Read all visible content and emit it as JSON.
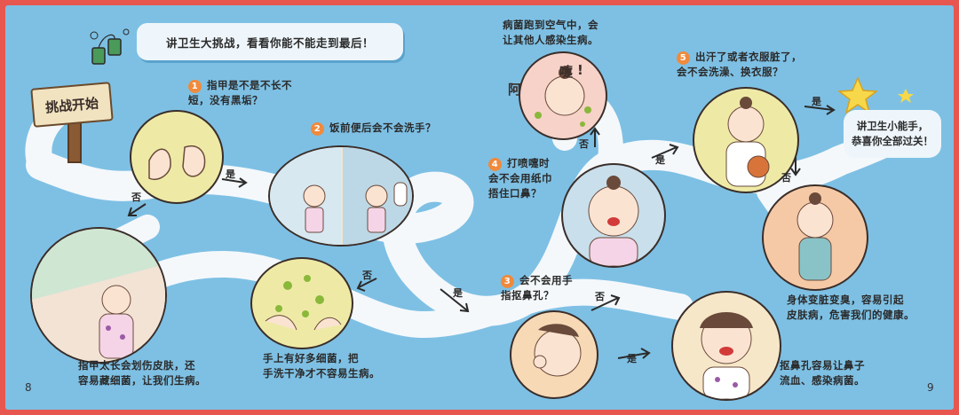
{
  "title": "讲卫生大挑战，看看你能不能走到最后！",
  "start_sign": "挑战开始",
  "questions": [
    {
      "num": "1",
      "line1": "指甲是不是不长不",
      "line2": "短，没有黑垢？"
    },
    {
      "num": "2",
      "line1": "饭前便后会不会洗手？",
      "line2": ""
    },
    {
      "num": "3",
      "line1": "会不会用手",
      "line2": "指抠鼻孔？"
    },
    {
      "num": "4",
      "line1": "打喷嚏时",
      "line2": "会不会用纸巾",
      "line3": "捂住口鼻？"
    },
    {
      "num": "5",
      "line1": "出汗了或者衣服脏了，",
      "line2": "会不会洗澡、换衣服？"
    }
  ],
  "consequences": {
    "nails": {
      "line1": "指甲太长会划伤皮肤，还",
      "line2": "容易藏细菌，让我们生病。"
    },
    "hands": {
      "line1": "手上有好多细菌，把",
      "line2": "手洗干净才不容易生病。"
    },
    "nose": {
      "line1": "抠鼻孔容易让鼻子",
      "line2": "流血、感染病菌。"
    },
    "sneeze": {
      "line1": "病菌跑到空气中，会",
      "line2": "让其他人感染生病。"
    },
    "body": {
      "line1": "身体变脏变臭，容易引起",
      "line2": "皮肤病，危害我们的健康。"
    }
  },
  "sneeze_sound": {
    "a": "阿",
    "b": "嚏",
    "mark": "!"
  },
  "finish": {
    "line1": "讲卫生小能手，",
    "line2": "恭喜你全部过关！"
  },
  "labels": {
    "yes": "是",
    "no": "否"
  },
  "page_numbers": {
    "left": "8",
    "right": "9"
  },
  "colors": {
    "border": "#e8574f",
    "background": "#7ec0e4",
    "path": "#f4f8fb",
    "number_badge": "#f08a3c",
    "star": "#f7d84a"
  }
}
